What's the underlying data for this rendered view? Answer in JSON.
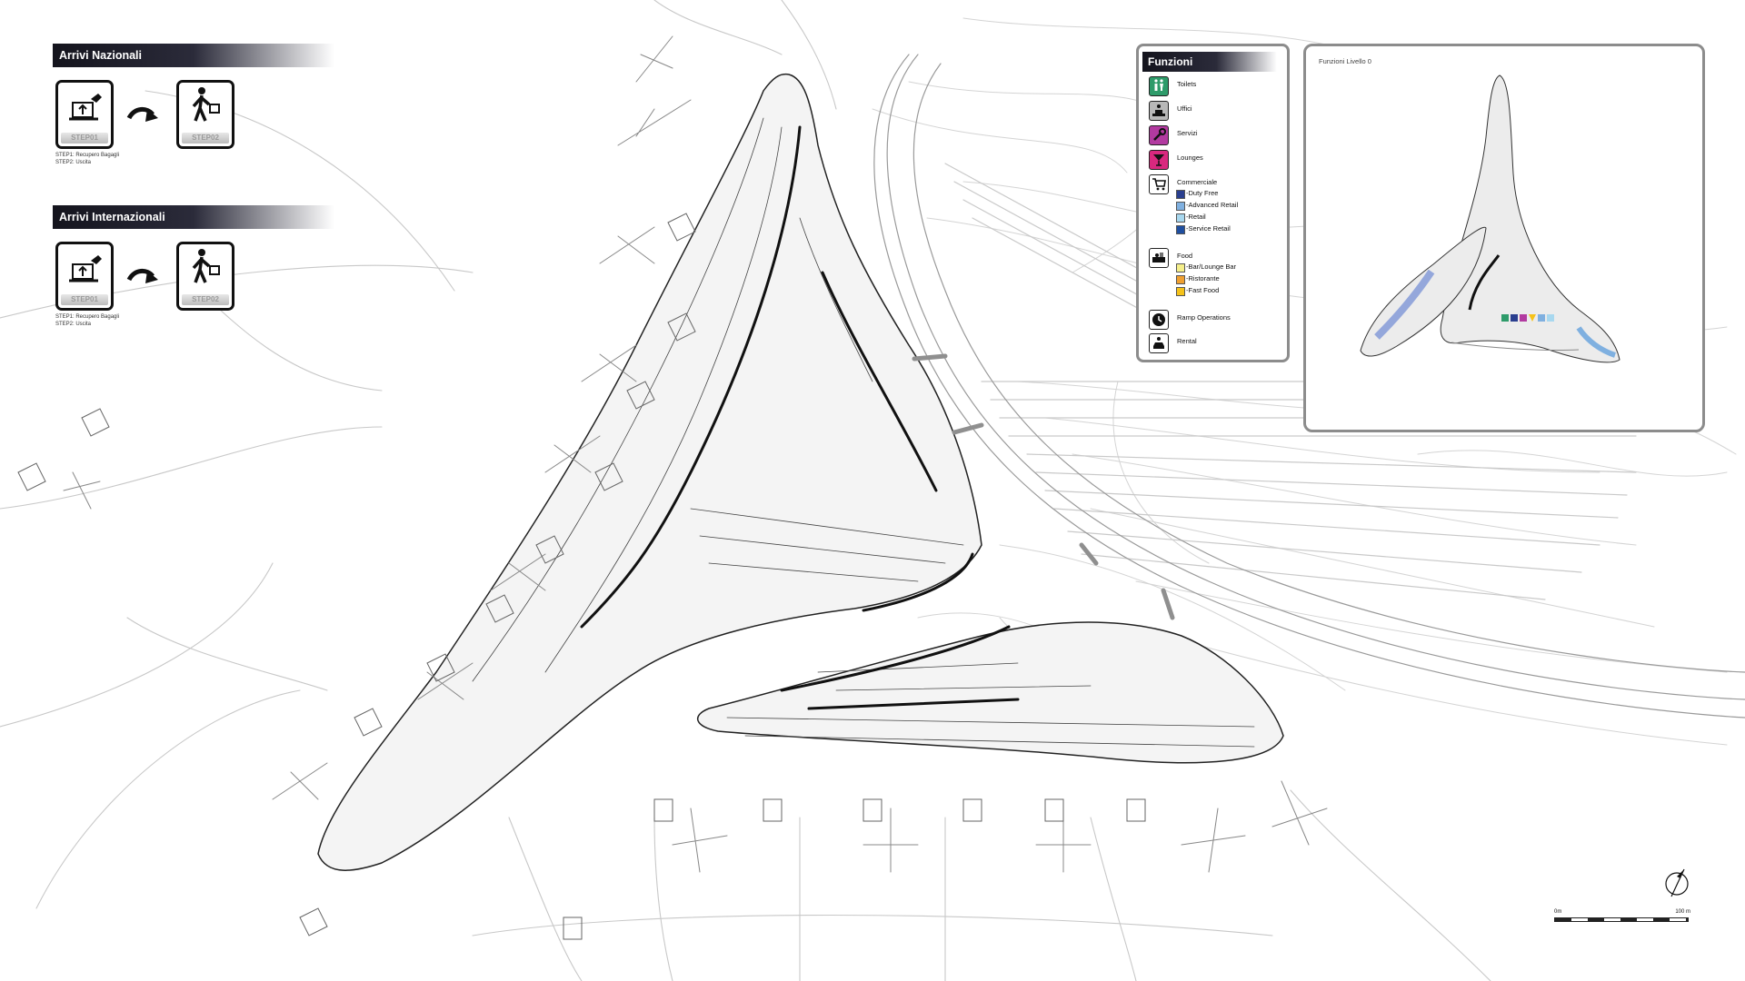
{
  "arrivals": [
    {
      "title": "Arrivi Nazionali",
      "steps": [
        {
          "label": "STEP01",
          "icon": "baggage-claim-icon"
        },
        {
          "label": "STEP02",
          "icon": "exit-walking-person-icon"
        }
      ],
      "notes": [
        "STEP1: Recupero Bagagli",
        "STEP2: Uscita"
      ]
    },
    {
      "title": "Arrivi Internazionali",
      "steps": [
        {
          "label": "STEP01",
          "icon": "baggage-claim-icon"
        },
        {
          "label": "STEP02",
          "icon": "exit-walking-person-icon"
        }
      ],
      "notes": [
        "STEP1: Recupero Bagagli",
        "STEP2: Uscita"
      ]
    }
  ],
  "legend": {
    "title": "Funzioni",
    "items": [
      {
        "label": "Toilets",
        "icon": "toilets-icon",
        "color": "#2e9b6a"
      },
      {
        "label": "Uffici",
        "icon": "office-desk-icon",
        "color": "#b8b8b8"
      },
      {
        "label": "Servizi",
        "icon": "wrench-icon",
        "color": "#b23aa0"
      },
      {
        "label": "Lounges",
        "icon": "cocktail-icon",
        "color": "#d8287e"
      },
      {
        "label": "Commerciale",
        "icon": "shopping-cart-icon",
        "color": "#ffffff",
        "sub": [
          {
            "label": "-Duty Free",
            "color": "#2a3f8f"
          },
          {
            "label": "-Advanced Retail",
            "color": "#7fb0e0"
          },
          {
            "label": "-Retail",
            "color": "#a8d8ef"
          },
          {
            "label": "-Service Retail",
            "color": "#1f4fa0"
          }
        ]
      },
      {
        "label": "Food",
        "icon": "food-tray-icon",
        "color": "#ffffff",
        "sub": [
          {
            "label": "-Bar/Lounge Bar",
            "color": "#f5ef8a"
          },
          {
            "label": "-Ristorante",
            "color": "#f0a030"
          },
          {
            "label": "-Fast Food",
            "color": "#f5c21a"
          }
        ]
      },
      {
        "label": "Ramp Operations",
        "icon": "ramp-clock-icon",
        "color": "#ffffff"
      },
      {
        "label": "Rental",
        "icon": "car-rental-icon",
        "color": "#ffffff"
      }
    ]
  },
  "inset": {
    "title": "Funzioni Livello 0"
  },
  "scale": {
    "start": "0m",
    "end": "100 m"
  },
  "north_arrow": "north-arrow-icon"
}
